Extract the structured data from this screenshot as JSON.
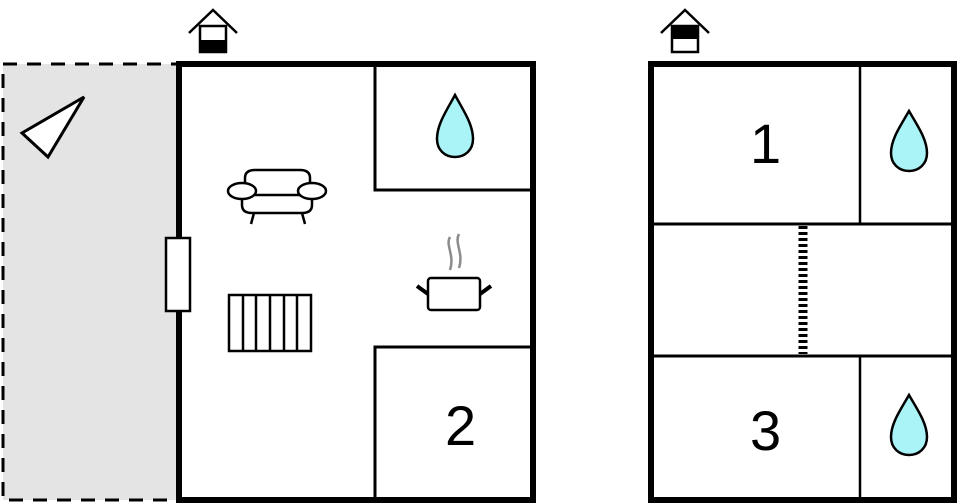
{
  "diagram": {
    "type": "floor-plan",
    "colors": {
      "wall": "#000000",
      "terrace": "#e4e4e4",
      "water": "#aaf4f8",
      "steam": "#8c8c8c",
      "background": "#ffffff"
    },
    "floors": [
      {
        "name": "ground-floor",
        "floor_icon": "house-ground-floor-icon",
        "terrace": {
          "icon": "terrace-direction-icon"
        },
        "rooms": [
          {
            "id": "living-room",
            "icons": [
              "sofa-icon",
              "radiator-icon"
            ]
          },
          {
            "id": "bathroom",
            "icons": [
              "water-drop-icon"
            ]
          },
          {
            "id": "kitchen",
            "icons": [
              "cooking-pot-icon"
            ]
          },
          {
            "id": "bedroom-2",
            "label": "2"
          }
        ],
        "door": "terrace-door-icon"
      },
      {
        "name": "upper-floor",
        "floor_icon": "house-upper-floor-icon",
        "rooms": [
          {
            "id": "bedroom-1",
            "label": "1"
          },
          {
            "id": "bathroom-1",
            "icons": [
              "water-drop-icon"
            ]
          },
          {
            "id": "hallway",
            "icons": [
              "stairs-icon"
            ]
          },
          {
            "id": "bedroom-3",
            "label": "3"
          },
          {
            "id": "bathroom-3",
            "icons": [
              "water-drop-icon"
            ]
          }
        ]
      }
    ],
    "labels": {
      "room1": "1",
      "room2": "2",
      "room3": "3"
    }
  }
}
